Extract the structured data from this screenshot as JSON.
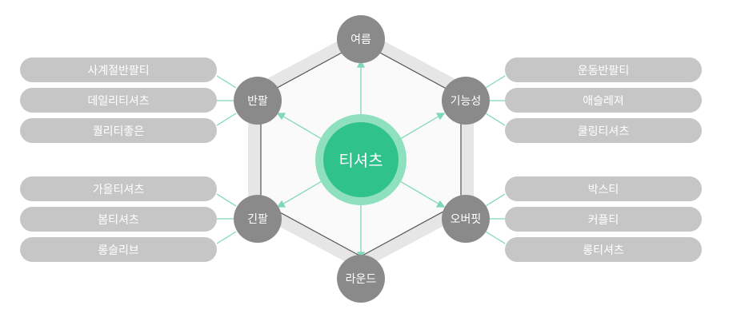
{
  "colors": {
    "pill": "#c6c6c6",
    "pill_text": "#ffffff",
    "node": "#8a8a8a",
    "node_text": "#ffffff",
    "center": "#2fc28a",
    "center_halo": "#8fe0bf",
    "connector": "#7fd8b6",
    "hexagon_line": "#555555",
    "hexagon_band": "#efefef"
  },
  "center": {
    "label": "티셔츠"
  },
  "nodes": {
    "top": "여름",
    "upper_right": "기능성",
    "lower_right": "오버핏",
    "bottom": "라운드",
    "lower_left": "긴팔",
    "upper_left": "반팔"
  },
  "keywords": {
    "upper_left": [
      "사계절반팔티",
      "데일리티셔츠",
      "퀄리티좋은"
    ],
    "lower_left": [
      "가을티셔츠",
      "봄티셔츠",
      "롱슬리브"
    ],
    "upper_right": [
      "운동반팔티",
      "애슬레져",
      "쿨링티셔츠"
    ],
    "lower_right": [
      "박스티",
      "커플티",
      "롱티셔츠"
    ]
  }
}
